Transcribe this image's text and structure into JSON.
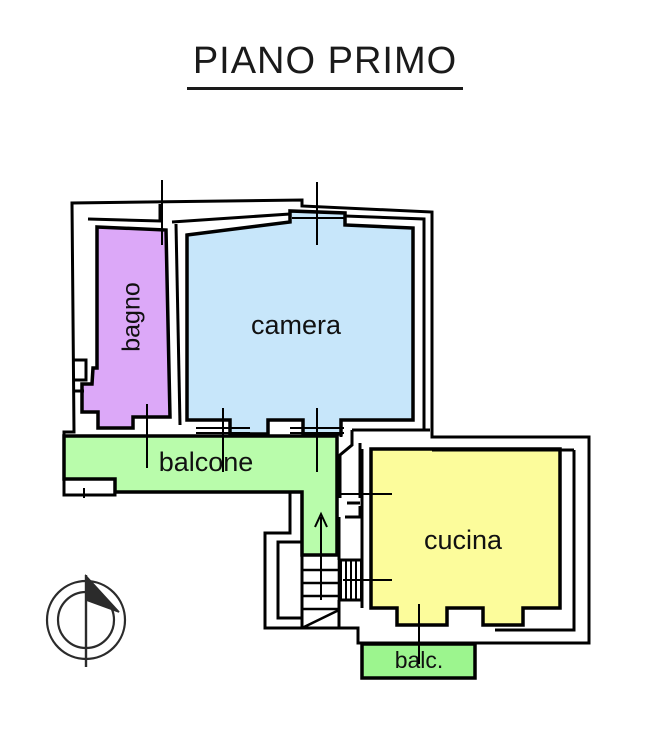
{
  "page": {
    "title": "PIANO PRIMO",
    "doc_type": "floor-plan"
  },
  "rooms": [
    {
      "id": "bagno",
      "label": "bagno",
      "color": "#dca8f8",
      "orientation": "vertical"
    },
    {
      "id": "camera",
      "label": "camera",
      "color": "#c7e6fa",
      "orientation": "horizontal"
    },
    {
      "id": "balcone",
      "label": "balcone",
      "color": "#b9fcab",
      "orientation": "horizontal"
    },
    {
      "id": "cucina",
      "label": "cucina",
      "color": "#fcfc9b",
      "orientation": "horizontal"
    },
    {
      "id": "balcone-piccolo",
      "label": "balc.",
      "color": "#9cf58e",
      "orientation": "horizontal"
    }
  ],
  "features": {
    "stairs_label": "",
    "stairs_direction": "up",
    "compass_label": "",
    "wall_color": "#000000",
    "background_color": "#ffffff"
  },
  "labels": {
    "bagno": "bagno",
    "camera": "camera",
    "balcone": "balcone",
    "cucina": "cucina",
    "balc": "balc."
  }
}
